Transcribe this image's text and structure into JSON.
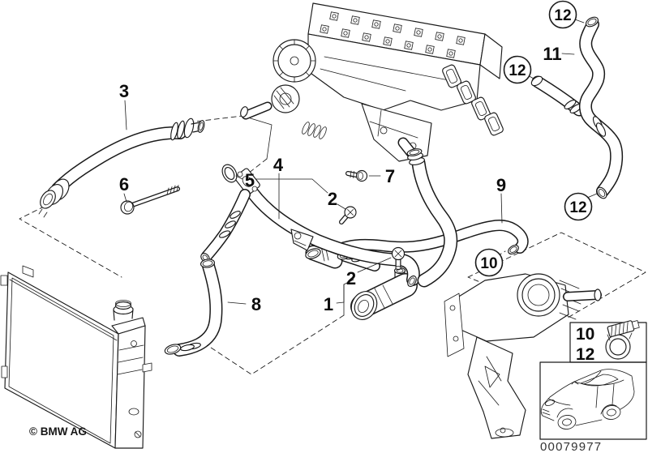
{
  "diagram": {
    "subject": "cooling-system-water-hoses-parts-diagram",
    "callouts": [
      {
        "part": "3"
      },
      {
        "part": "6"
      },
      {
        "part": "5"
      },
      {
        "part": "4"
      },
      {
        "part": "7"
      },
      {
        "part": "2"
      },
      {
        "part": "2"
      },
      {
        "part": "1"
      },
      {
        "part": "8"
      },
      {
        "part": "9"
      },
      {
        "part": "11"
      },
      {
        "part": "12"
      },
      {
        "part": "12"
      },
      {
        "part": "12"
      },
      {
        "part": "10"
      }
    ],
    "legend": {
      "rows": [
        "10",
        "12"
      ],
      "icon": "hose-clamp-icon"
    },
    "footer": {
      "copyright": "© BMW AG",
      "part_number": "00079977"
    },
    "colors": {
      "line": "#1a1a1a",
      "background": "#ffffff"
    }
  }
}
